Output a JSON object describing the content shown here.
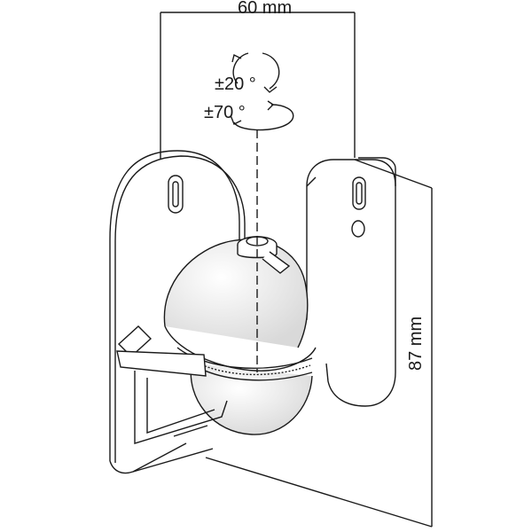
{
  "dimensions": {
    "width_label": "60 mm",
    "height_label": "87 mm"
  },
  "rotation": {
    "tilt_label": "±20 °",
    "swivel_label": "±70 °"
  },
  "colors": {
    "line": "#1a1a1a",
    "ball_shade": "#e6e6e6",
    "background": "#ffffff"
  }
}
